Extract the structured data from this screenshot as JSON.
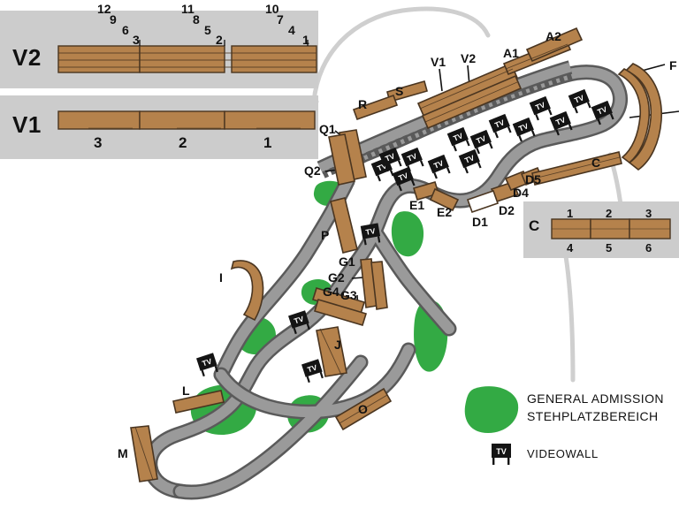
{
  "title": "Circuit Grandstand Seating Map",
  "colors": {
    "grandstand_fill": "#b5824c",
    "grandstand_stroke": "#4a3520",
    "track_fill": "#9a9a9a",
    "track_stroke": "#5a5a5a",
    "access_road": "#cfcfcf",
    "general_admission_green": "#33aa44",
    "panel_bg": "#cccccc",
    "text": "#111111",
    "videowall_black": "#141414",
    "white_stand": "#ffffff"
  },
  "panels": {
    "v2": {
      "label": "V2",
      "tick_numbers": [
        "12",
        "9",
        "6",
        "3",
        "11",
        "8",
        "5",
        "2",
        "10",
        "7",
        "4",
        "1"
      ]
    },
    "v1": {
      "label": "V1",
      "section_numbers": [
        "3",
        "2",
        "1"
      ]
    },
    "c": {
      "label": "C",
      "top_numbers": [
        "1",
        "2",
        "3"
      ],
      "bottom_numbers": [
        "4",
        "5",
        "6"
      ]
    }
  },
  "map_labels": {
    "v1": "V1",
    "v2": "V2",
    "a1": "A1",
    "a2": "A2",
    "c": "C",
    "r": "R",
    "s": "S",
    "q1": "Q1",
    "q2": "Q2",
    "e1": "E1",
    "e2": "E2",
    "d1": "D1",
    "d2": "D2",
    "d4": "D4",
    "d5": "D5",
    "f": "F",
    "p": "P",
    "g1": "G1",
    "g2": "G2",
    "g3": "G3",
    "g4": "G4",
    "i": "I",
    "j": "J",
    "l": "L",
    "m": "M",
    "o": "O"
  },
  "markers": {
    "videowall_text": "TV"
  },
  "legend": {
    "general_admission_line1": "GENERAL ADMISSION",
    "general_admission_line2": "STEHPLATZBEREICH",
    "videowall_label": "VIDEOWALL"
  }
}
